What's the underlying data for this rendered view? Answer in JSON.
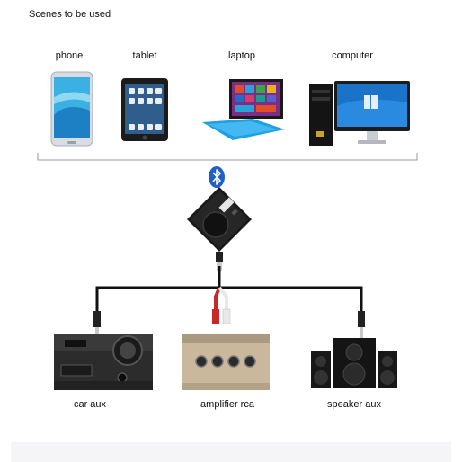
{
  "header": {
    "title": "Scenes to be used"
  },
  "devices": [
    {
      "label": "phone",
      "icon": "phone-icon"
    },
    {
      "label": "tablet",
      "icon": "tablet-icon"
    },
    {
      "label": "laptop",
      "icon": "laptop-icon"
    },
    {
      "label": "computer",
      "icon": "computer-icon"
    }
  ],
  "receiver": {
    "icon": "bluetooth-icon",
    "brand_color": "#1f5fc8"
  },
  "outputs": [
    {
      "label": "car aux",
      "icon": "car-aux-icon"
    },
    {
      "label": "amplifier rca",
      "icon": "rca-icon"
    },
    {
      "label": "speaker aux",
      "icon": "speaker-icon"
    }
  ]
}
